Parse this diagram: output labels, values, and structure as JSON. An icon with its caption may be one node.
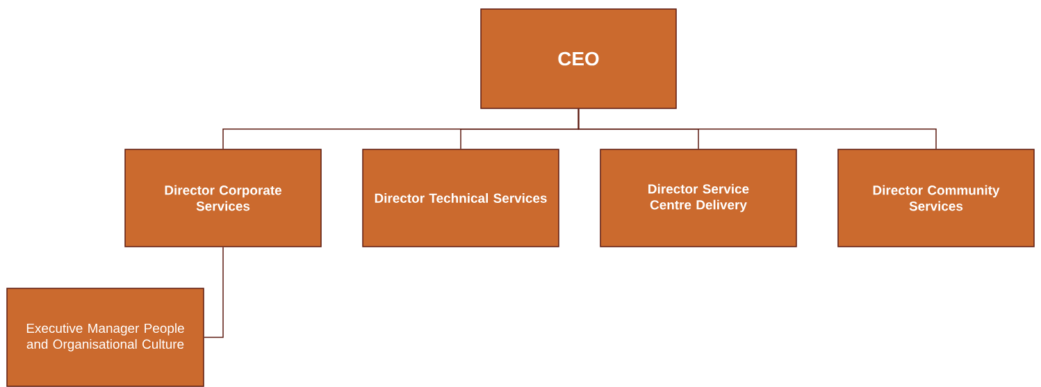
{
  "diagram": {
    "nodes": [
      {
        "text": [
          "CEO"
        ]
      },
      {
        "text": [
          "Director Corporate Services"
        ]
      },
      {
        "text": [
          "Director Technical Services"
        ]
      },
      {
        "text": [
          "Director Service Centre Delivery"
        ]
      },
      {
        "text": [
          "Director Community Services"
        ]
      },
      {
        "text": [
          "Executive Manager People and Organisational Culture"
        ]
      }
    ],
    "edges": [
      {
        "from": 0,
        "to": 1,
        "arrow": "none"
      },
      {
        "from": 0,
        "to": 2,
        "arrow": "none"
      },
      {
        "from": 0,
        "to": 3,
        "arrow": "none"
      },
      {
        "from": 0,
        "to": 4,
        "arrow": "none"
      },
      {
        "from": 1,
        "to": 5,
        "arrow": "none"
      }
    ]
  }
}
